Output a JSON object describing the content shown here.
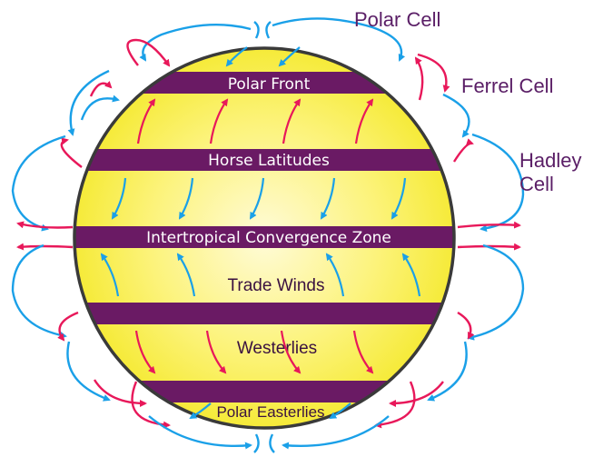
{
  "bands": {
    "polar_front": "Polar Front",
    "horse_latitudes": "Horse Latitudes",
    "itcz": "Intertropical Convergence Zone"
  },
  "zones": {
    "trade_winds": "Trade Winds",
    "westerlies": "Westerlies",
    "polar_easterlies": "Polar Easterlies"
  },
  "cells": {
    "polar": "Polar Cell",
    "ferrel": "Ferrel Cell",
    "hadley_line1": "Hadley",
    "hadley_line2": "Cell"
  },
  "colors": {
    "globe_fill": "#f8ef3c",
    "globe_center": "#fffbd0",
    "band": "#6a1a64",
    "warm_arrow": "#e8185a",
    "cool_arrow": "#1aa0e8",
    "outline": "#3a3a3a",
    "label": "#5a1e66"
  }
}
